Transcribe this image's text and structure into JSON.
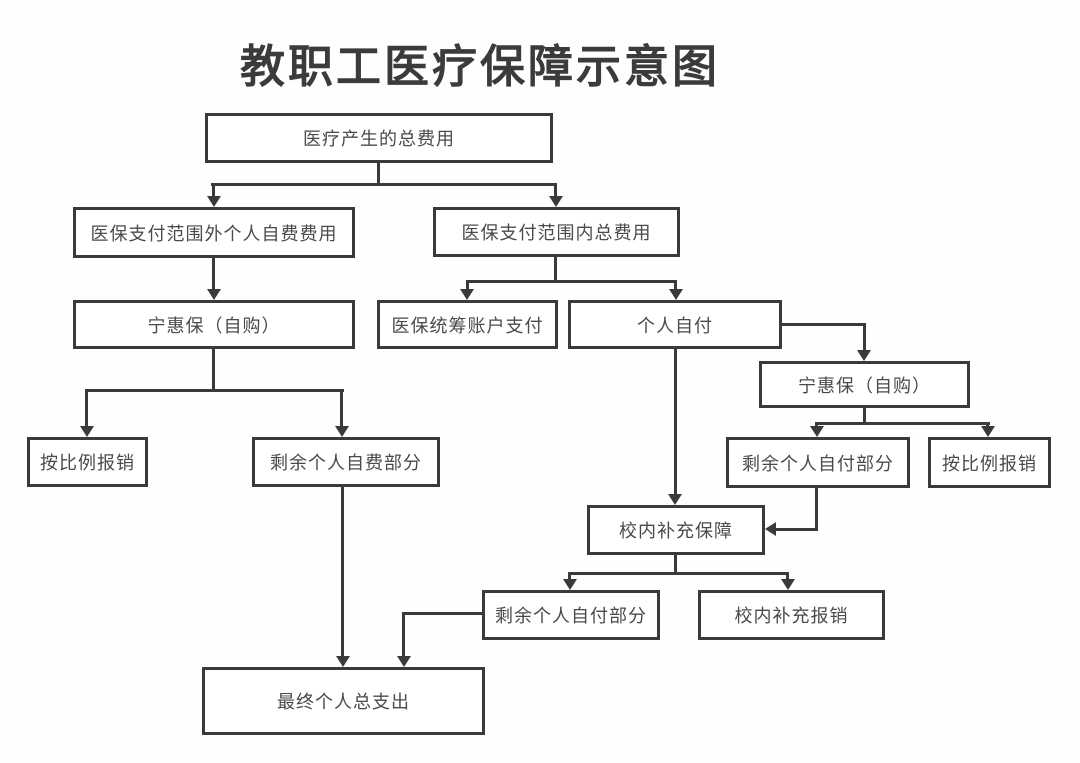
{
  "diagram": {
    "title": "教职工医疗保障示意图",
    "colors": {
      "line": "#3a3a3a",
      "text": "#4a4a4a",
      "background": "#fefefe"
    },
    "nodes": {
      "total_cost": {
        "label": "医疗产生的总费用"
      },
      "outside_scope": {
        "label": "医保支付范围外个人自费费用"
      },
      "inside_scope": {
        "label": "医保支付范围内总费用"
      },
      "ninghuibao_left": {
        "label": "宁惠保（自购）"
      },
      "pooled_account": {
        "label": "医保统筹账户支付"
      },
      "self_pay": {
        "label": "个人自付"
      },
      "ninghuibao_right": {
        "label": "宁惠保（自购）"
      },
      "remaining_self_pay_right": {
        "label": "剩余个人自付部分"
      },
      "proportional_right": {
        "label": "按比例报销"
      },
      "proportional_left": {
        "label": "按比例报销"
      },
      "remaining_self_expense": {
        "label": "剩余个人自费部分"
      },
      "school_supplement": {
        "label": "校内补充保障"
      },
      "remaining_self_pay_bottom": {
        "label": "剩余个人自付部分"
      },
      "school_reimbursement": {
        "label": "校内补充报销"
      },
      "final_total": {
        "label": "最终个人总支出"
      }
    }
  }
}
